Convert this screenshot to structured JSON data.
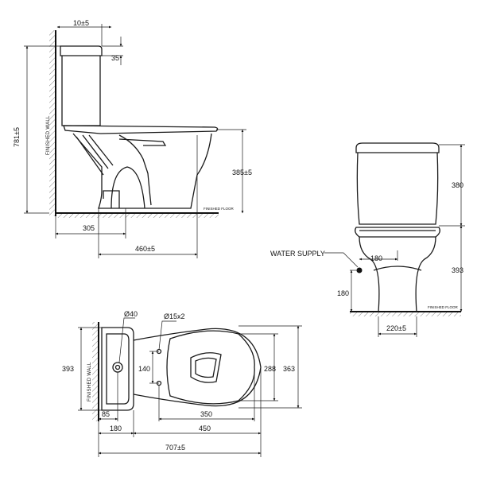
{
  "side_view": {
    "wall_label": "FINISHED WALL",
    "floor_label": "FINISHED FLOOR",
    "dim_top_gap": "10±5",
    "dim_lid": "35",
    "dim_total_height": "781±5",
    "dim_seat_height": "385±5",
    "dim_outlet": "305",
    "dim_depth": "460±5"
  },
  "front_view": {
    "floor_label": "FINISHED FLOOR",
    "water_supply_label": "WATER SUPPLY",
    "dim_tank_height": "380",
    "dim_bowl_height": "393",
    "dim_supply_offset": "180",
    "dim_supply_height": "180",
    "dim_base_width": "220±5"
  },
  "top_view": {
    "wall_label": "FINISHED WALL",
    "dim_hole_diameter": "Ø40",
    "dim_fixing_holes": "Ø15x2",
    "dim_tank_width": "393",
    "dim_fixing_spacing": "140",
    "dim_bowl_inner_width": "288",
    "dim_bowl_outer_width": "363",
    "dim_hole_offset": "85",
    "dim_bowl_inner_length": "350",
    "dim_tank_depth": "180",
    "dim_bowl_length": "450",
    "dim_total_length": "707±5"
  }
}
